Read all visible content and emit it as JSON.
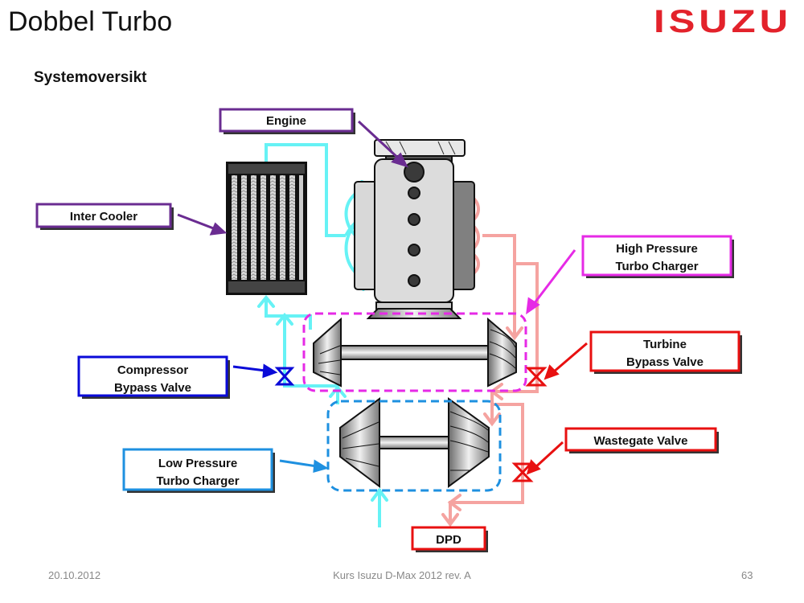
{
  "slide": {
    "title": "Dobbel Turbo",
    "subtitle": "Systemoversikt",
    "logo_text": "ISUZU",
    "brand_color": "#e3222b"
  },
  "diagram": {
    "labels": {
      "engine": "Engine",
      "inter_cooler": "Inter Cooler",
      "hp_turbo_line1": "High Pressure",
      "hp_turbo_line2": "Turbo Charger",
      "turbine_bypass_line1": "Turbine",
      "turbine_bypass_line2": "Bypass Valve",
      "compressor_bypass_line1": "Compressor",
      "compressor_bypass_line2": "Bypass Valve",
      "wastegate": "Wastegate Valve",
      "lp_turbo_line1": "Low Pressure",
      "lp_turbo_line2": "Turbo Charger",
      "dpd": "DPD"
    },
    "colors": {
      "intake_air": "#66f2f5",
      "exhaust": "#f5a3a0",
      "engine_label": "#6a2c91",
      "hp_turbo": "#e62ae6",
      "lp_turbo": "#1e90e0",
      "compressor_valve": "#0a0ad8",
      "exhaust_valve": "#e81010"
    }
  },
  "footer": {
    "date": "20.10.2012",
    "course": "Kurs Isuzu D-Max 2012 rev. A",
    "page": "63"
  }
}
